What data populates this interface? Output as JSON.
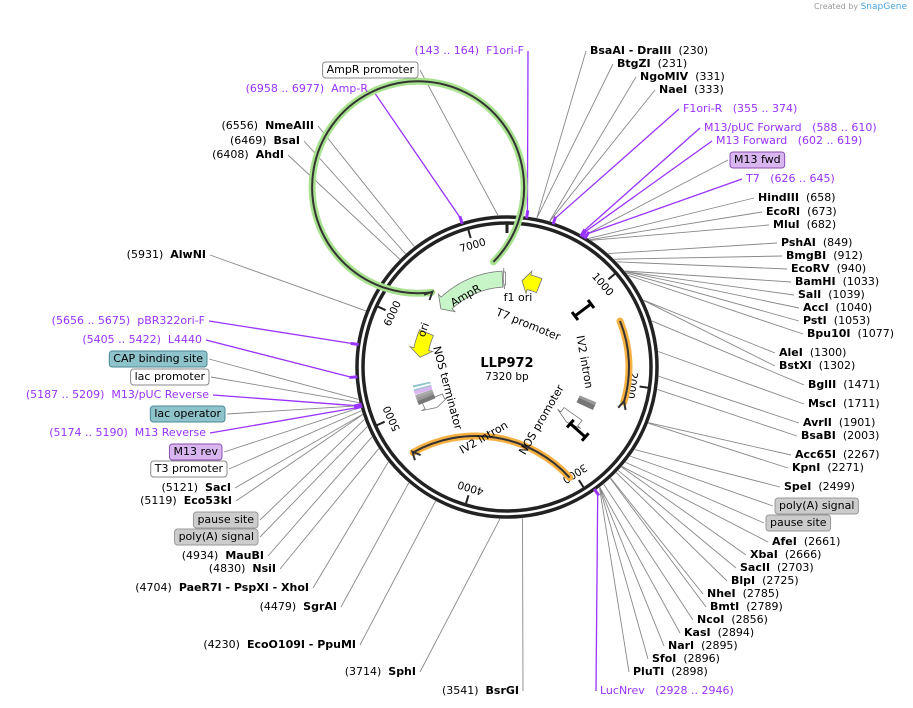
{
  "credit": {
    "prefix": "Created by",
    "brand": "SnapGene"
  },
  "plasmid": {
    "name": "LLP972",
    "length": "7320 bp",
    "total_bp": 7320
  },
  "ticks": [
    "1000",
    "2000",
    "3000",
    "4000",
    "5000",
    "6000",
    "7000"
  ],
  "colors": {
    "primer": "#9933ff",
    "enzyme": "#000000",
    "line": "#888888",
    "orange": "#f5b041",
    "green": "#a8e28f",
    "yellow": "#ffff00",
    "lightgreen": "#c8f5c8",
    "teal": "#8fc3cc",
    "violet": "#dab6f0",
    "grey": "#cccccc"
  },
  "inner_features": [
    {
      "label": "f1 ori"
    },
    {
      "label": "T7 promoter"
    },
    {
      "label": "AmpR"
    },
    {
      "label": "ori"
    },
    {
      "label": "NOS terminator"
    },
    {
      "label": "IV2 intron"
    },
    {
      "label": "NOS promoter"
    },
    {
      "label": "IV2 intron"
    }
  ],
  "right_labels": [
    {
      "type": "primer",
      "name": "F1ori-F",
      "range": "143 .. 164",
      "pos": 153
    },
    {
      "type": "enzyme",
      "name": "BsaAI - DraIII",
      "pos": 230
    },
    {
      "type": "enzyme",
      "name": "BtgZI",
      "pos": 231
    },
    {
      "type": "enzyme",
      "name": "NgoMIV",
      "pos": 331
    },
    {
      "type": "enzyme",
      "name": "NaeI",
      "pos": 333
    },
    {
      "type": "primer",
      "name": "F1ori-R",
      "range": "355 .. 374",
      "pos": 364
    },
    {
      "type": "primer",
      "name": "M13/pUC Forward",
      "range": "588 .. 610",
      "pos": 599
    },
    {
      "type": "primer",
      "name": "M13 Forward",
      "range": "602 .. 619",
      "pos": 610
    },
    {
      "type": "feature",
      "name": "M13 fwd",
      "color": "violet",
      "pos": 615
    },
    {
      "type": "primer",
      "name": "T7",
      "range": "626 .. 645",
      "pos": 635
    },
    {
      "type": "enzyme",
      "name": "HindIII",
      "pos": 658
    },
    {
      "type": "enzyme",
      "name": "EcoRI",
      "pos": 673
    },
    {
      "type": "enzyme",
      "name": "MluI",
      "pos": 682
    },
    {
      "type": "enzyme",
      "name": "PshAI",
      "pos": 849
    },
    {
      "type": "enzyme",
      "name": "BmgBI",
      "pos": 912
    },
    {
      "type": "enzyme",
      "name": "EcoRV",
      "pos": 940
    },
    {
      "type": "enzyme",
      "name": "BamHI",
      "pos": 1033
    },
    {
      "type": "enzyme",
      "name": "SalI",
      "pos": 1039
    },
    {
      "type": "enzyme",
      "name": "AccI",
      "pos": 1040
    },
    {
      "type": "enzyme",
      "name": "PstI",
      "pos": 1053
    },
    {
      "type": "enzyme",
      "name": "Bpu10I",
      "pos": 1077
    },
    {
      "type": "enzyme",
      "name": "AleI",
      "pos": 1300
    },
    {
      "type": "enzyme",
      "name": "BstXI",
      "pos": 1302
    },
    {
      "type": "enzyme",
      "name": "BglII",
      "pos": 1471
    },
    {
      "type": "enzyme",
      "name": "MscI",
      "pos": 1711
    },
    {
      "type": "enzyme",
      "name": "AvrII",
      "pos": 1901
    },
    {
      "type": "enzyme",
      "name": "BsaBI",
      "pos": 2003
    },
    {
      "type": "enzyme",
      "name": "Acc65I",
      "pos": 2267
    },
    {
      "type": "enzyme",
      "name": "KpnI",
      "pos": 2271
    },
    {
      "type": "enzyme",
      "name": "SpeI",
      "pos": 2499
    },
    {
      "type": "feature",
      "name": "poly(A) signal",
      "color": "grey",
      "pos": 2560
    },
    {
      "type": "feature",
      "name": "pause site",
      "color": "grey",
      "pos": 2620
    },
    {
      "type": "enzyme",
      "name": "AfeI",
      "pos": 2661
    },
    {
      "type": "enzyme",
      "name": "XbaI",
      "pos": 2666
    },
    {
      "type": "enzyme",
      "name": "SacII",
      "pos": 2703
    },
    {
      "type": "enzyme",
      "name": "BlpI",
      "pos": 2725
    },
    {
      "type": "enzyme",
      "name": "NheI",
      "pos": 2785
    },
    {
      "type": "enzyme",
      "name": "BmtI",
      "pos": 2789
    },
    {
      "type": "enzyme",
      "name": "NcoI",
      "pos": 2856
    },
    {
      "type": "enzyme",
      "name": "KasI",
      "pos": 2894
    },
    {
      "type": "enzyme",
      "name": "NarI",
      "pos": 2895
    },
    {
      "type": "enzyme",
      "name": "SfoI",
      "pos": 2896
    },
    {
      "type": "enzyme",
      "name": "PluTI",
      "pos": 2898
    },
    {
      "type": "primer",
      "name": "LucNrev",
      "range": "2928 .. 2946",
      "pos": 2937
    }
  ],
  "left_labels": [
    {
      "type": "feature",
      "name": "AmpR promoter",
      "color": "white",
      "pos": 7250
    },
    {
      "type": "primer",
      "name": "Amp-R",
      "range": "6958 .. 6977",
      "pos": 6967
    },
    {
      "type": "enzyme",
      "name": "NmeAIII",
      "pos": 6556
    },
    {
      "type": "enzyme",
      "name": "BsaI",
      "pos": 6469
    },
    {
      "type": "enzyme",
      "name": "AhdI",
      "pos": 6408
    },
    {
      "type": "enzyme",
      "name": "AlwNI",
      "pos": 5931
    },
    {
      "type": "primer",
      "name": "pBR322ori-F",
      "range": "5656 .. 5675",
      "pos": 5665
    },
    {
      "type": "primer",
      "name": "L4440",
      "range": "5405 .. 5422",
      "pos": 5413
    },
    {
      "type": "feature",
      "name": "CAP binding site",
      "color": "teal",
      "pos": 5240
    },
    {
      "type": "feature",
      "name": "lac promoter",
      "color": "white",
      "pos": 5215
    },
    {
      "type": "primer",
      "name": "M13/pUC Reverse",
      "range": "5187 .. 5209",
      "pos": 5198
    },
    {
      "type": "feature",
      "name": "lac operator",
      "color": "teal",
      "pos": 5190
    },
    {
      "type": "primer",
      "name": "M13 Reverse",
      "range": "5174 .. 5190",
      "pos": 5182
    },
    {
      "type": "feature",
      "name": "M13 rev",
      "color": "violet",
      "pos": 5176
    },
    {
      "type": "feature",
      "name": "T3 promoter",
      "color": "white",
      "pos": 5150
    },
    {
      "type": "enzyme",
      "name": "SacI",
      "pos": 5121
    },
    {
      "type": "enzyme",
      "name": "Eco53kI",
      "pos": 5119
    },
    {
      "type": "feature",
      "name": "pause site",
      "color": "grey",
      "pos": 5080
    },
    {
      "type": "feature",
      "name": "poly(A) signal",
      "color": "grey",
      "pos": 5020
    },
    {
      "type": "enzyme",
      "name": "MauBI",
      "pos": 4934
    },
    {
      "type": "enzyme",
      "name": "NsiI",
      "pos": 4830
    },
    {
      "type": "enzyme",
      "name": "PaeR7I - PspXI - XhoI",
      "pos": 4704
    },
    {
      "type": "enzyme",
      "name": "SgrAI",
      "pos": 4479
    },
    {
      "type": "enzyme",
      "name": "EcoO109I - PpuMI",
      "pos": 4230
    },
    {
      "type": "enzyme",
      "name": "SphI",
      "pos": 3714
    },
    {
      "type": "enzyme",
      "name": "BsrGI",
      "pos": 3541
    }
  ]
}
